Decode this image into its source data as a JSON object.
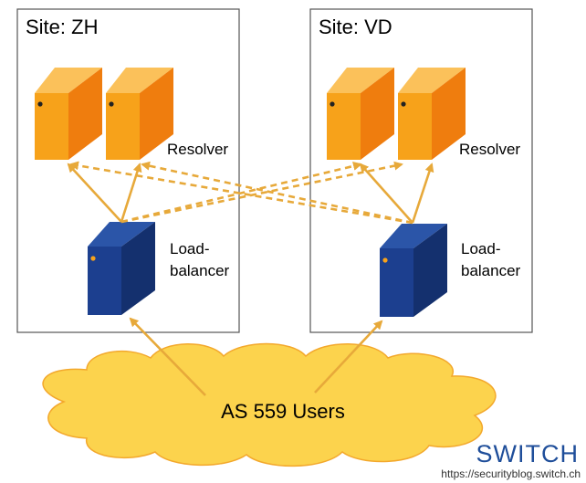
{
  "sites": [
    {
      "title": "Site: ZH",
      "resolver_label": "Resolver",
      "lb_label_line1": "Load-",
      "lb_label_line2": "balancer"
    },
    {
      "title": "Site: VD",
      "resolver_label": "Resolver",
      "lb_label_line1": "Load-",
      "lb_label_line2": "balancer"
    }
  ],
  "cloud": {
    "label": "AS 559 Users"
  },
  "footer": {
    "logo": "SWITCH",
    "url": "https://securityblog.switch.ch"
  },
  "colors": {
    "server_front": "#f7a21a",
    "server_side": "#ef7d0e",
    "server_top": "#fbc15a",
    "lb_front": "#1c3f8f",
    "lb_side": "#14306e",
    "lb_top": "#2b55a8",
    "arrow": "#e7a93a",
    "cloud_fill": "#fcd34d",
    "cloud_stroke": "#f3a82c",
    "logo": "#1f4e9a"
  }
}
